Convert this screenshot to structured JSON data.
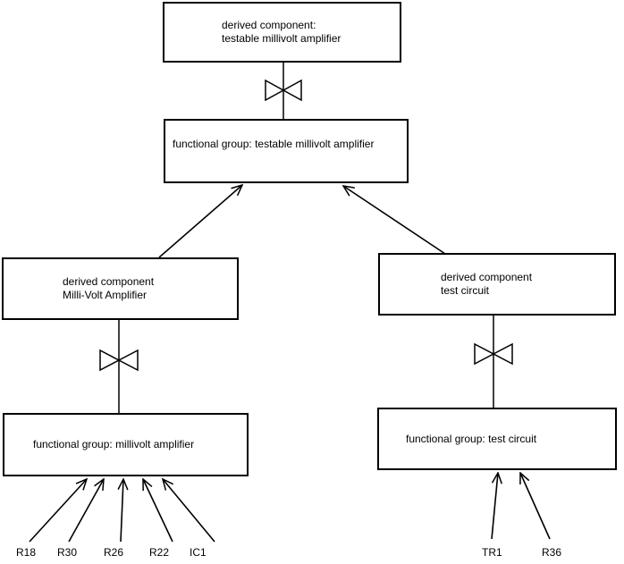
{
  "diagram": {
    "background": "#ffffff",
    "line_color": "#000000",
    "nodes": {
      "top_derived": {
        "line1": "derived component:",
        "line2": "testable millivolt amplifier"
      },
      "fg_testable": {
        "label": "functional group: testable millivolt amplifier"
      },
      "derived_mva": {
        "line1": "derived component",
        "line2": "Milli-Volt Amplifier"
      },
      "derived_tc": {
        "line1": "derived component",
        "line2": "test circuit"
      },
      "fg_mva": {
        "label": "functional group: millivolt amplifier"
      },
      "fg_tc": {
        "label": "functional group: test circuit"
      }
    },
    "leaves": {
      "mva": [
        "R18",
        "R30",
        "R26",
        "R22",
        "IC1"
      ],
      "tc": [
        "TR1",
        "R36"
      ]
    }
  }
}
